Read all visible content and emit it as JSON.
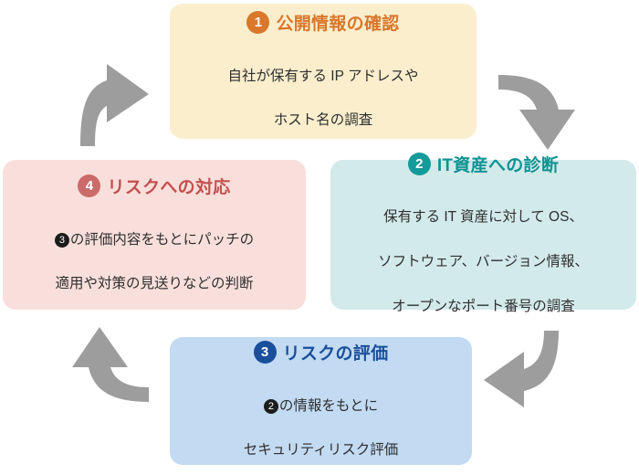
{
  "diagram": {
    "title": "Security assessment cycle",
    "type": "cycle-diagram",
    "background": "#ffffff",
    "arrow_color": "#9d9d9d"
  },
  "steps": [
    {
      "number": "1",
      "title": "公開情報の確認",
      "body_lines": [
        "自社が保有する IP アドレスや",
        "ホスト名の調査"
      ],
      "bg_color": "#faeecd",
      "accent_color": "#d9772a",
      "position": "top"
    },
    {
      "number": "2",
      "title": "IT資産への診断",
      "body_lines": [
        "保有する IT 資産に対して OS、",
        "ソフトウェア、バージョン情報、",
        "オープンなポート番号の調査"
      ],
      "bg_color": "#d3eaea",
      "accent_color": "#0f9393",
      "position": "right"
    },
    {
      "number": "3",
      "title": "リスクの評価",
      "body_prefix_number": "2",
      "body_lines": [
        "の情報をもとに",
        "セキュリティリスク評価"
      ],
      "bg_color": "#c2daf2",
      "accent_color": "#1a4f9c",
      "position": "bottom"
    },
    {
      "number": "4",
      "title": "リスクへの対応",
      "body_prefix_number": "3",
      "body_lines": [
        "の評価内容をもとにパッチの",
        "適用や対策の見送りなどの判断"
      ],
      "bg_color": "#f9dfdb",
      "accent_color": "#c2504f",
      "position": "left"
    }
  ],
  "arrows": [
    {
      "name": "arrow-step4-to-step1",
      "from": "4",
      "to": "1",
      "direction": "up-right"
    },
    {
      "name": "arrow-step1-to-step2",
      "from": "1",
      "to": "2",
      "direction": "right-down"
    },
    {
      "name": "arrow-step2-to-step3",
      "from": "2",
      "to": "3",
      "direction": "down-left"
    },
    {
      "name": "arrow-step3-to-step4",
      "from": "3",
      "to": "4",
      "direction": "left-up"
    }
  ]
}
